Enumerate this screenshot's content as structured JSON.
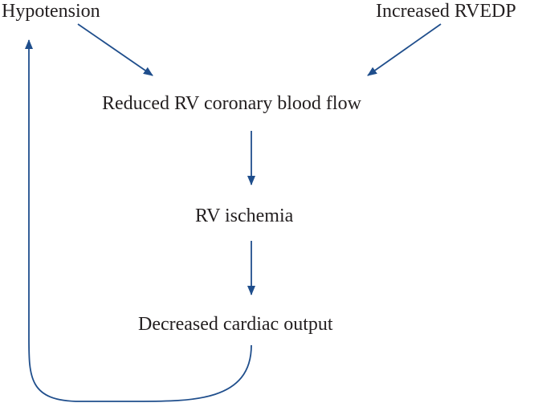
{
  "nodes": {
    "hypotension": "Hypotension",
    "increased_rvedp": "Increased RVEDP",
    "reduced_flow": "Reduced RV coronary blood flow",
    "rv_ischemia": "RV ischemia",
    "decreased_output": "Decreased cardiac output"
  },
  "colors": {
    "arrow": "#1f4e8c",
    "text": "#231f20"
  }
}
